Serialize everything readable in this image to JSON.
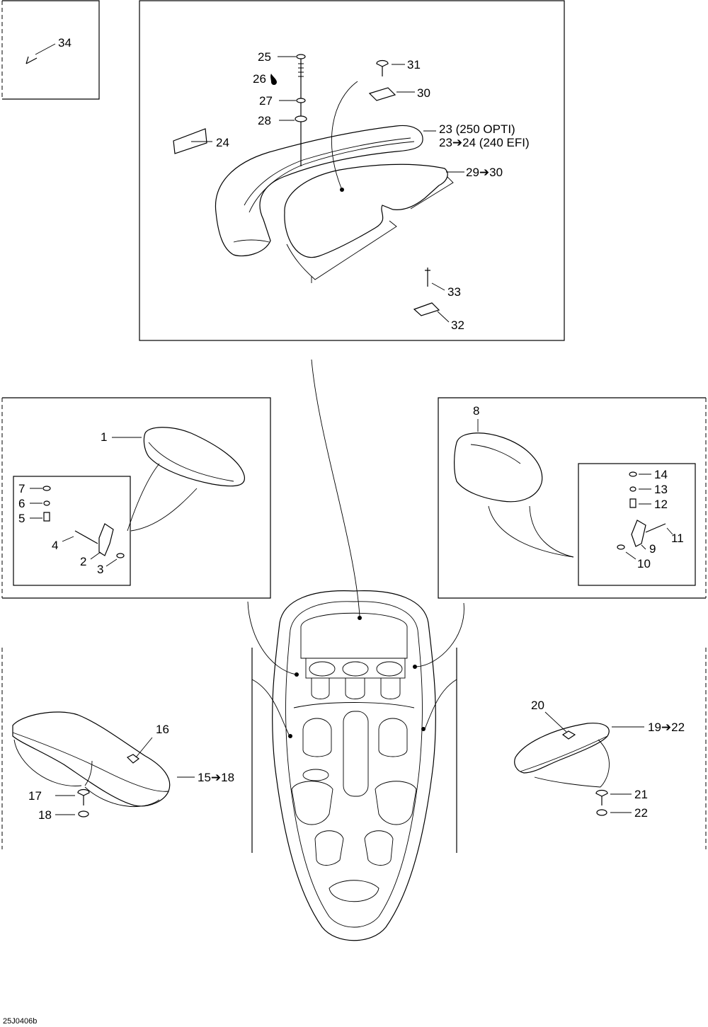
{
  "callouts": [
    {
      "id": "c34",
      "text": "34"
    },
    {
      "id": "c25",
      "text": "25"
    },
    {
      "id": "c26",
      "text": "26"
    },
    {
      "id": "c27",
      "text": "27"
    },
    {
      "id": "c28",
      "text": "28"
    },
    {
      "id": "c24",
      "text": "24"
    },
    {
      "id": "c31",
      "text": "31"
    },
    {
      "id": "c30",
      "text": "30"
    },
    {
      "id": "c23a",
      "text": "23 (250 OPTI)"
    },
    {
      "id": "c23b",
      "text": "23➔24 (240 EFI)"
    },
    {
      "id": "c29",
      "text": "29➔30"
    },
    {
      "id": "c33",
      "text": "33"
    },
    {
      "id": "c32",
      "text": "32"
    },
    {
      "id": "c1",
      "text": "1"
    },
    {
      "id": "c7",
      "text": "7"
    },
    {
      "id": "c6",
      "text": "6"
    },
    {
      "id": "c5",
      "text": "5"
    },
    {
      "id": "c4",
      "text": "4"
    },
    {
      "id": "c2",
      "text": "2"
    },
    {
      "id": "c3",
      "text": "3"
    },
    {
      "id": "c8",
      "text": "8"
    },
    {
      "id": "c14",
      "text": "14"
    },
    {
      "id": "c13",
      "text": "13"
    },
    {
      "id": "c12",
      "text": "12"
    },
    {
      "id": "c11",
      "text": "11"
    },
    {
      "id": "c9",
      "text": "9"
    },
    {
      "id": "c10",
      "text": "10"
    },
    {
      "id": "c16",
      "text": "16"
    },
    {
      "id": "c15",
      "text": "15➔18"
    },
    {
      "id": "c17",
      "text": "17"
    },
    {
      "id": "c18",
      "text": "18"
    },
    {
      "id": "c20",
      "text": "20"
    },
    {
      "id": "c19",
      "text": "19➔22"
    },
    {
      "id": "c21",
      "text": "21"
    },
    {
      "id": "c22",
      "text": "22"
    }
  ],
  "drawing_code": "25J0406b"
}
